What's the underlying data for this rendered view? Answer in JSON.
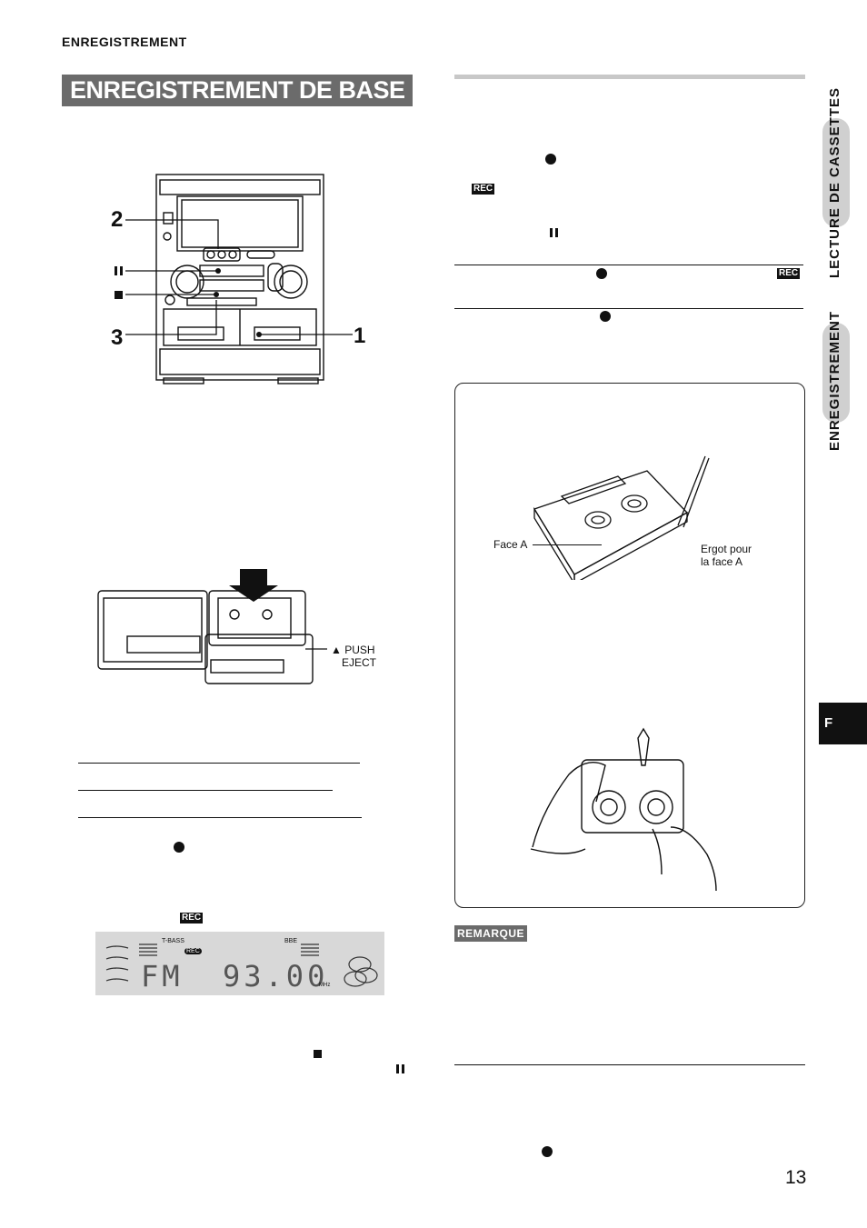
{
  "header": {
    "section": "ENREGISTREMENT",
    "title": "ENREGISTREMENT DE BASE"
  },
  "side_tabs": {
    "top": "LECTURE DE CASSETTES",
    "bottom": "ENREGISTREMENT",
    "language": "F"
  },
  "figure_callouts": {
    "one": "1",
    "two": "2",
    "three": "3"
  },
  "deck_figure": {
    "eject_label_1": "PUSH",
    "eject_label_2": "EJECT",
    "eject_icon": "▲"
  },
  "display_figure": {
    "rec_badge": "REC",
    "tbass": "T-BASS",
    "bbe": "BBE",
    "band": "FM",
    "frequency": "93.00",
    "unit": "MHz",
    "rec_indicator": "REC"
  },
  "right_column": {
    "rec_badge_1": "REC",
    "rec_badge_2": "REC"
  },
  "cassette_figure": {
    "face_label": "Face A",
    "tab_label_1": "Ergot pour",
    "tab_label_2": "la face A"
  },
  "note": {
    "label": "REMARQUE"
  },
  "page_number": "13"
}
